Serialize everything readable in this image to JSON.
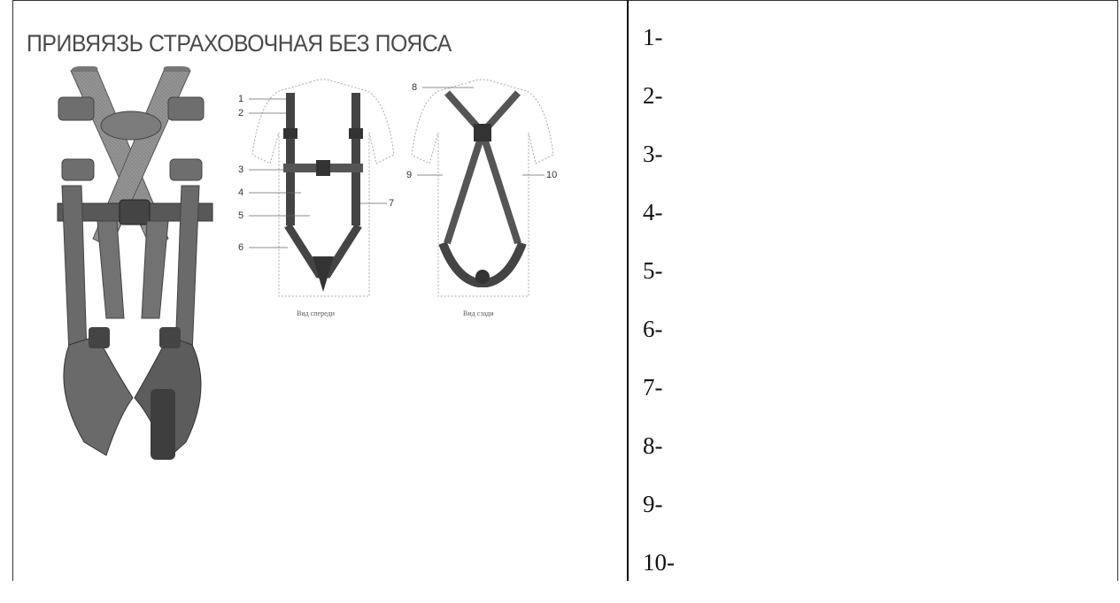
{
  "title": "ПРИВЯЯЗЬ СТРАХОВОЧНАЯ БЕЗ ПОЯСА",
  "front_callouts": [
    "1",
    "2",
    "3",
    "4",
    "5",
    "6",
    "7"
  ],
  "back_callouts": [
    "8",
    "9",
    "10"
  ],
  "front_caption": "Вид спереди",
  "back_caption": "Вид сзади",
  "list_items": [
    "1-",
    "2-",
    "3-",
    "4-",
    "5-",
    "6-",
    "7-",
    "8-",
    "9-",
    "10-"
  ]
}
